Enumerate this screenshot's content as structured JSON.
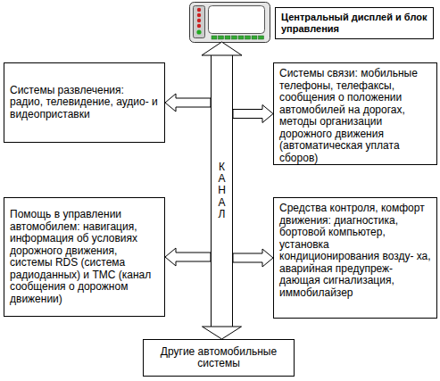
{
  "diagram": {
    "nodes": [
      {
        "text": [
          "Центральный дисплей и блок управления"
        ]
      },
      {
        "text": [
          "Системы развлечения: радио, телевидение, аудио- и видеоприставки"
        ]
      },
      {
        "text": [
          "Системы связи: мобильные телефоны, телефаксы, сообщения о положении автомобилей на дорогах, методы организации дорожного движения (автоматическая уплата сборов)"
        ]
      },
      {
        "text": [
          "КАНАЛ"
        ]
      },
      {
        "text": [
          "Помощь в управлении автомобилем: навигация, информация об условиях дорожного движения, системы RDS (система радиоданных) и TMC (канал сообщения о дорожном движении)"
        ]
      },
      {
        "text": [
          "Средства контроля, комфорт движения: диагностика, бортовой компьютер, установка кондиционирования возду- ха, аварийная предупреж- дающая сигнализация, иммобилайзер"
        ]
      },
      {
        "text": [
          "Другие автомобильные системы"
        ]
      }
    ],
    "edges": [
      {
        "from": 3,
        "to": 1,
        "arrow": "to"
      },
      {
        "from": 3,
        "to": 2,
        "arrow": "to"
      },
      {
        "from": 3,
        "to": 4,
        "arrow": "to"
      },
      {
        "from": 3,
        "to": 5,
        "arrow": "to"
      },
      {
        "from": 3,
        "to": 6,
        "arrow": "to"
      }
    ]
  }
}
